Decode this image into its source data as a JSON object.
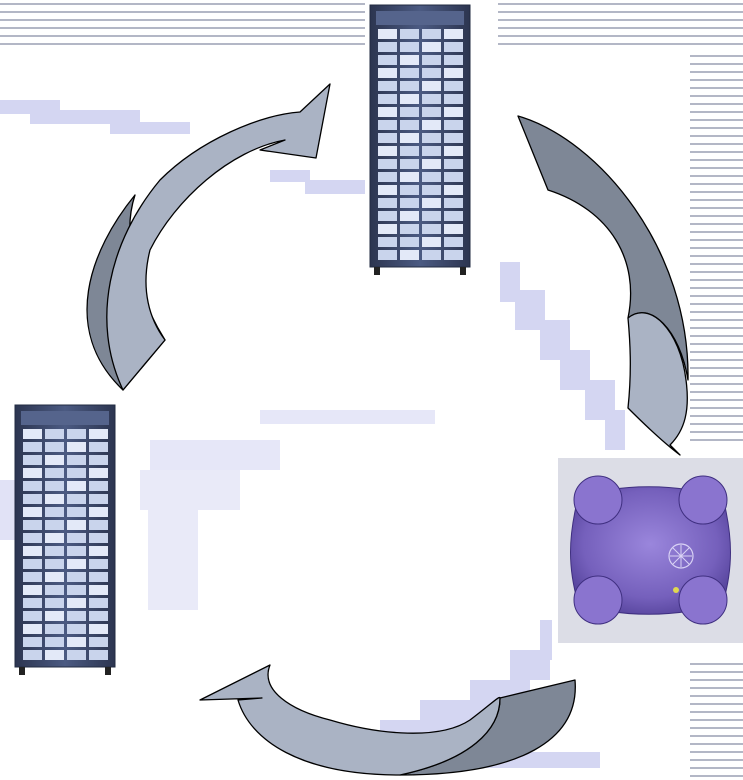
{
  "diagram": {
    "nodes": [
      {
        "id": "server-rack-top",
        "kind": "server-rack",
        "caption": ""
      },
      {
        "id": "server-rack-left",
        "kind": "server-rack",
        "caption": ""
      },
      {
        "id": "workstation",
        "kind": "purple-workstation",
        "caption": ""
      }
    ],
    "edges": [
      {
        "from": "server-rack-top",
        "to": "workstation"
      },
      {
        "from": "workstation",
        "to": "server-rack-left"
      },
      {
        "from": "server-rack-left",
        "to": "server-rack-top"
      }
    ]
  },
  "colors": {
    "background": "#ffffff",
    "stripe": "#9a9fb3",
    "arrow_light": "#aab3c4",
    "arrow_dark": "#7e8796",
    "arrow_outline": "#000000",
    "rack_body": "#3d4a6d",
    "rack_panel": "#c9d4ec",
    "watermark": "#c6c9ee",
    "workstation": "#7d66c0"
  },
  "icons": [
    "server-rack-icon",
    "server-rack-icon",
    "workstation-icon"
  ]
}
